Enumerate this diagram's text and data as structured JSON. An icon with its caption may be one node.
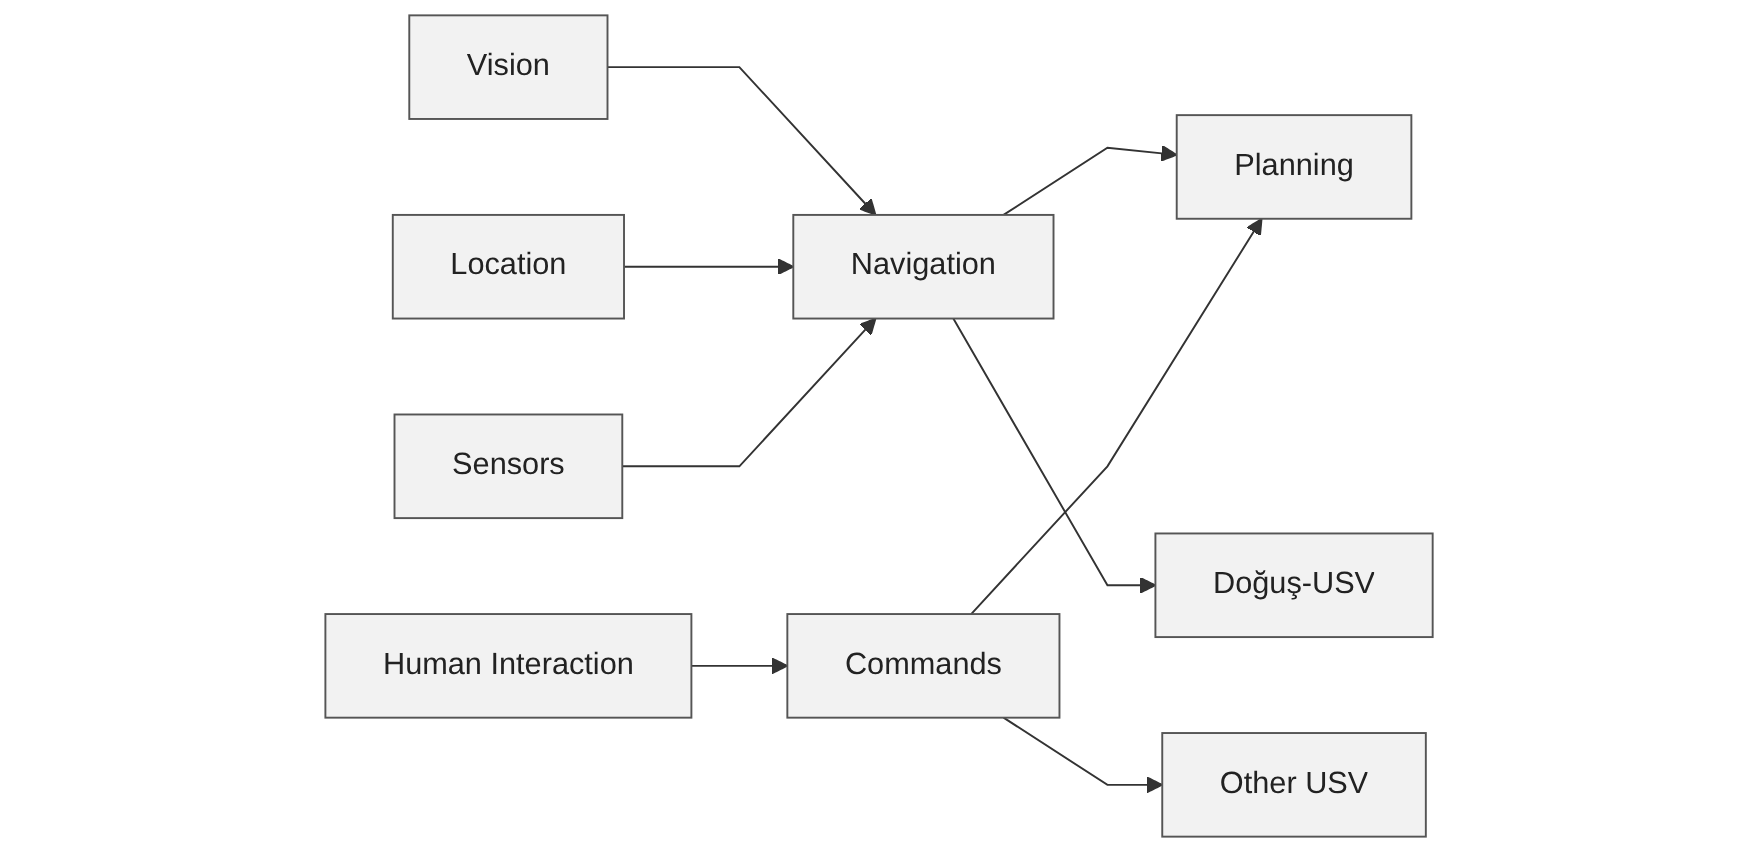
{
  "diagram": {
    "nodes": [
      {
        "text": [
          "Vision"
        ]
      },
      {
        "text": [
          "Location"
        ]
      },
      {
        "text": [
          "Sensors"
        ]
      },
      {
        "text": [
          "Navigation"
        ]
      },
      {
        "text": [
          "Doğuş-USV"
        ]
      },
      {
        "text": [
          "Human Interaction"
        ]
      },
      {
        "text": [
          "Commands"
        ]
      },
      {
        "text": [
          "Other USV"
        ]
      },
      {
        "text": [
          "Planning"
        ]
      }
    ],
    "edges": [
      {
        "from": 0,
        "to": 3,
        "arrow": "to"
      },
      {
        "from": 1,
        "to": 3,
        "arrow": "to"
      },
      {
        "from": 2,
        "to": 3,
        "arrow": "to"
      },
      {
        "from": 3,
        "to": 8,
        "arrow": "to"
      },
      {
        "from": 3,
        "to": 4,
        "arrow": "to"
      },
      {
        "from": 5,
        "to": 6,
        "arrow": "to"
      },
      {
        "from": 6,
        "to": 8,
        "arrow": "to"
      },
      {
        "from": 6,
        "to": 7,
        "arrow": "to"
      }
    ]
  }
}
